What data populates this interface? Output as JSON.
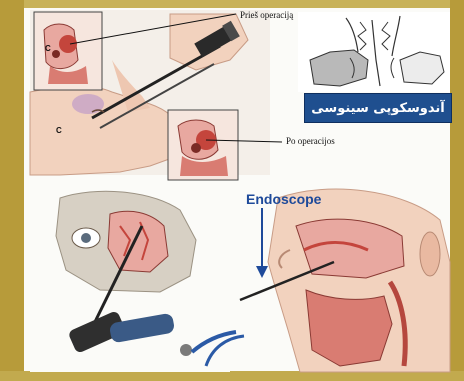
{
  "labels": {
    "before_operation": "Prieš operaciją",
    "after_operation": "Po operacijos",
    "banner_text": "آندوسکوپی سینوسی",
    "endoscope": "Endoscope",
    "cavity_letter_1": "C",
    "cavity_letter_2": "C"
  },
  "colors": {
    "frame": "#b79b3a",
    "banner": "#1f4f8f",
    "endoscope_label": "#1e4a9a",
    "tissue_pink": "#e8a8a0",
    "tissue_red": "#c4453c",
    "skin": "#f2d2be",
    "bone": "#d7d0c4"
  },
  "icons": [
    "endoscope-instrument-icon",
    "arrow-down-icon",
    "pointer-line-icon"
  ]
}
